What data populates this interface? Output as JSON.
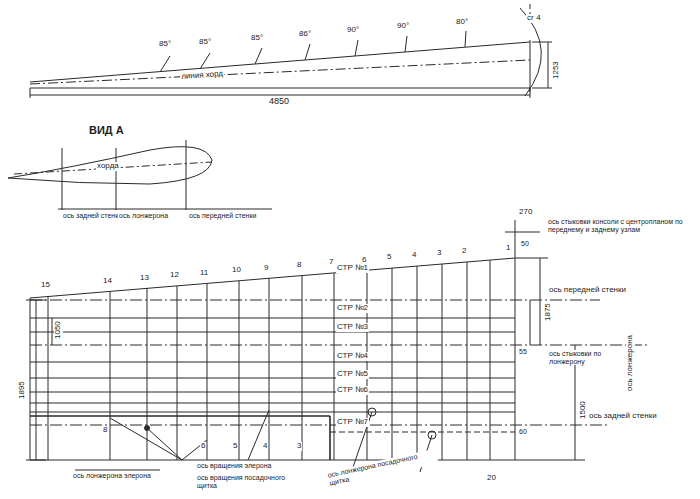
{
  "diagram": {
    "labels": [
      "линия хорд",
      "4850",
      "1253",
      "сг 4",
      "85°",
      "85°",
      "85°",
      "86°",
      "90°",
      "90°",
      "80°",
      "ВИД А",
      "хорда",
      "ось задней стенки",
      "ось лонжерона",
      "ось передней стенки",
      "15",
      "14",
      "13",
      "12",
      "11",
      "10",
      "9",
      "8",
      "7",
      "6",
      "5",
      "4",
      "3",
      "2",
      "1",
      "270",
      "ось стыковки консоли с центропланом по переднему и заднему узлам",
      "50",
      "ось передней стенки",
      "1875",
      "ось лонжерона",
      "55",
      "ось стыковки по лонжерону",
      "1500",
      "ось задней стенки",
      "60",
      "СТР №1",
      "СТР №2",
      "СТР №3",
      "СТР №4",
      "СТР №5",
      "СТР №6",
      "СТР №7",
      "1050",
      "1895",
      "ось вращения элерона",
      "ось вращения посадочного щитка",
      "ось лонжерона посадочного щитка",
      "20",
      "ось лонжерона элерона",
      "8",
      "6",
      "5",
      "4",
      "3"
    ]
  }
}
